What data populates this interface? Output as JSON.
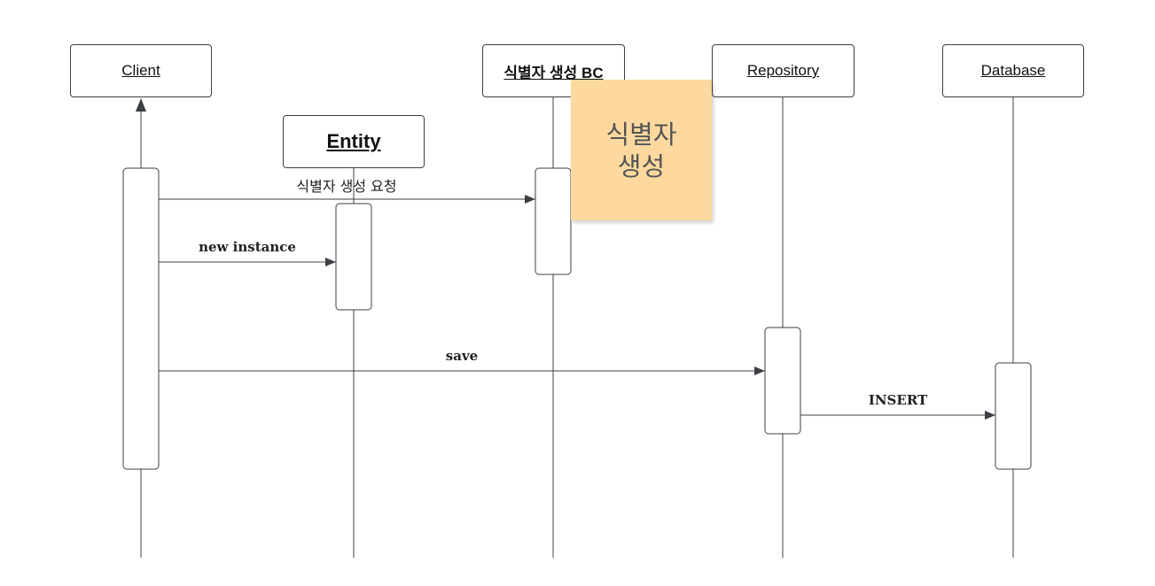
{
  "participants": {
    "client": "Client",
    "entity": "Entity",
    "id_bc": "식별자 생성 BC",
    "repository": "Repository",
    "database": "Database"
  },
  "messages": {
    "id_request": "식별자 생성 요청",
    "new_instance": "new instance",
    "save": "save",
    "insert": "INSERT"
  },
  "sticky_note": {
    "text": "식별자\n생성"
  },
  "colors": {
    "line": "#3c3f44",
    "sticky_fill": "#fdd9a0",
    "background": "#ffffff"
  }
}
